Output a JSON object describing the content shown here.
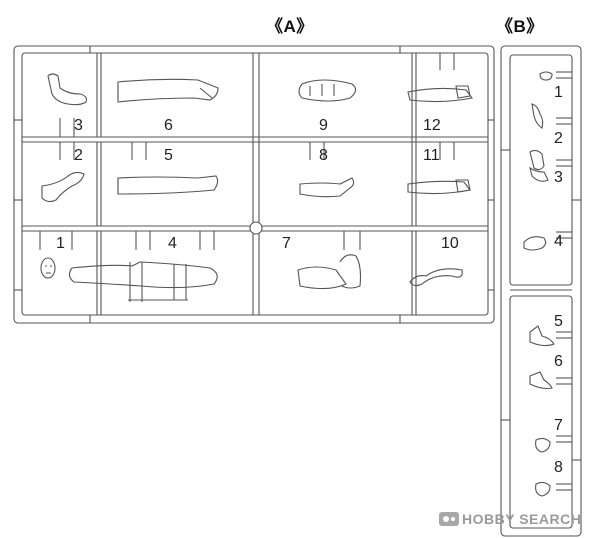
{
  "sprues": {
    "a": {
      "label": "《A》",
      "parts": [
        {
          "num": "1",
          "desc": "face-part"
        },
        {
          "num": "2",
          "desc": "arm-part"
        },
        {
          "num": "3",
          "desc": "arm-part"
        },
        {
          "num": "4",
          "desc": "coat-part"
        },
        {
          "num": "5",
          "desc": "leg-part"
        },
        {
          "num": "6",
          "desc": "leg-part"
        },
        {
          "num": "7",
          "desc": "skirt-part"
        },
        {
          "num": "8",
          "desc": "boot-part"
        },
        {
          "num": "9",
          "desc": "torso-part"
        },
        {
          "num": "10",
          "desc": "strap-part"
        },
        {
          "num": "11",
          "desc": "arm-part"
        },
        {
          "num": "12",
          "desc": "arm-part"
        }
      ]
    },
    "b": {
      "label": "《B》",
      "parts": [
        {
          "num": "1",
          "desc": "small-part"
        },
        {
          "num": "2",
          "desc": "shoe-part"
        },
        {
          "num": "3",
          "desc": "shoe-part"
        },
        {
          "num": "4",
          "desc": "face-part"
        },
        {
          "num": "5",
          "desc": "shoe-part"
        },
        {
          "num": "6",
          "desc": "shoe-part"
        },
        {
          "num": "7",
          "desc": "hand-part"
        },
        {
          "num": "8",
          "desc": "hand-part"
        }
      ]
    }
  },
  "watermark": {
    "logo_icon": "hobby-search-logo-icon",
    "text": "HOBBY SEARCH"
  }
}
